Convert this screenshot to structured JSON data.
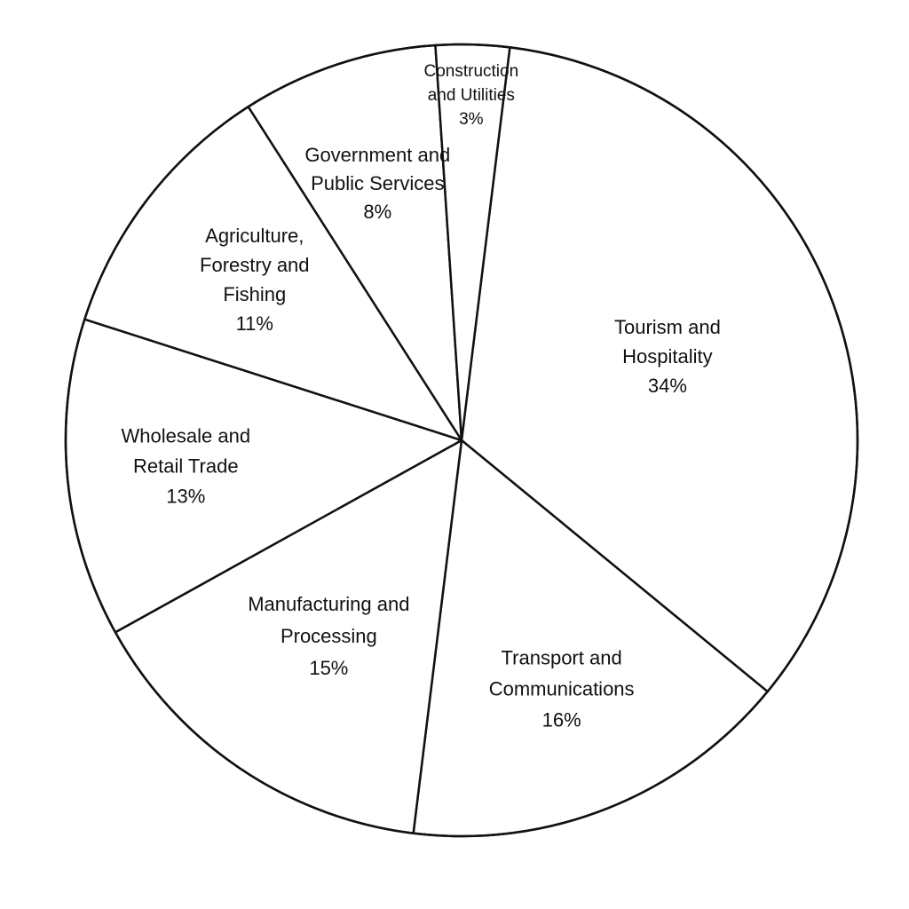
{
  "chart_data": {
    "type": "pie",
    "title": "",
    "slices": [
      {
        "label": "Tourism and Hospitality",
        "lines": [
          "Tourism and",
          "Hospitality"
        ],
        "value": 34,
        "value_label": "34%"
      },
      {
        "label": "Transport and Communications",
        "lines": [
          "Transport and",
          "Communications"
        ],
        "value": 16,
        "value_label": "16%"
      },
      {
        "label": "Manufacturing and Processing",
        "lines": [
          "Manufacturing and",
          "Processing"
        ],
        "value": 15,
        "value_label": "15%"
      },
      {
        "label": "Wholesale and Retail Trade",
        "lines": [
          "Wholesale and",
          "Retail Trade"
        ],
        "value": 13,
        "value_label": "13%"
      },
      {
        "label": "Agriculture, Forestry and Fishing",
        "lines": [
          "Agriculture,",
          "Forestry and",
          "Fishing"
        ],
        "value": 11,
        "value_label": "11%"
      },
      {
        "label": "Government and Public Services",
        "lines": [
          "Government and",
          "Public Services"
        ],
        "value": 8,
        "value_label": "8%"
      },
      {
        "label": "Construction and Utilities",
        "lines": [
          "Construction",
          "and Utilities"
        ],
        "value": 3,
        "value_label": "3%"
      }
    ],
    "start_angle_deg": 83,
    "direction": "clockwise",
    "colors": {
      "fill": "#ffffff",
      "stroke": "#111111",
      "text": "#111111"
    }
  }
}
